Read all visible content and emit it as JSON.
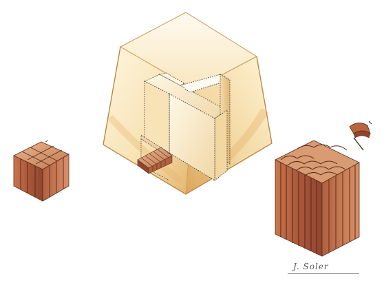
{
  "illustration": {
    "signature": "J. Soler",
    "objects": [
      "small-brick-cube",
      "translucent-box",
      "cross-walls",
      "brick-row-inside-box",
      "tall-brick-block",
      "roof-tile-detail"
    ]
  },
  "colors": {
    "brick_dark": "#9a4f35",
    "brick_mid": "#b8653f",
    "brick_light": "#d9956a",
    "glow_light": "#fff6dc",
    "glow_mid": "#f3d79a",
    "glow_edge": "#d8a44e",
    "ink": "#3b2a1f"
  }
}
